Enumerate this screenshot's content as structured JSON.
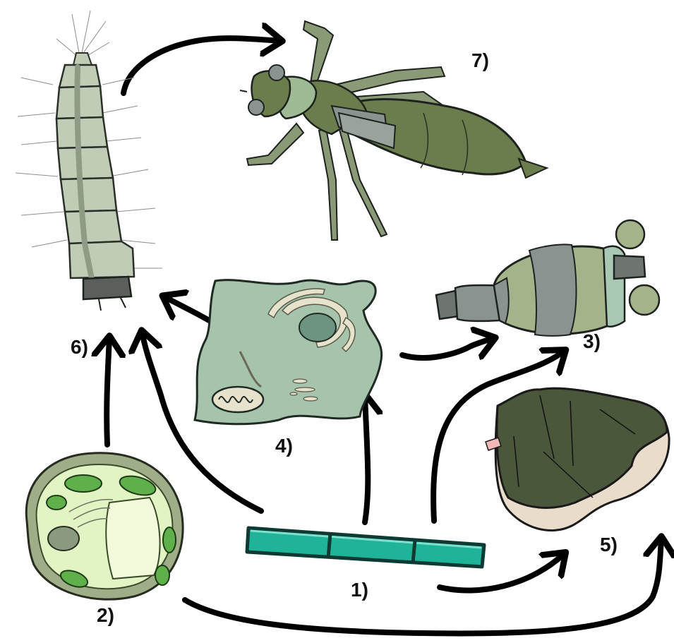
{
  "labels": {
    "one": "1)",
    "two": "2)",
    "three": "3)",
    "four": "4)",
    "five": "5)",
    "six": "6)",
    "seven": "7)"
  },
  "colors": {
    "arrow": "#000000",
    "cyanobacterium": "#1fb39a",
    "plant_cell": "#e2f3c4",
    "chloroplast": "#5fb04a",
    "animal_cell": "#a6c4ac",
    "tardigrade_band_light": "#a5b38b",
    "tardigrade_band_dark": "#8a9390",
    "sponge": "#4b573b",
    "larva": "#c1ccb7",
    "dragonfly_nymph": "#6b7d4c"
  }
}
